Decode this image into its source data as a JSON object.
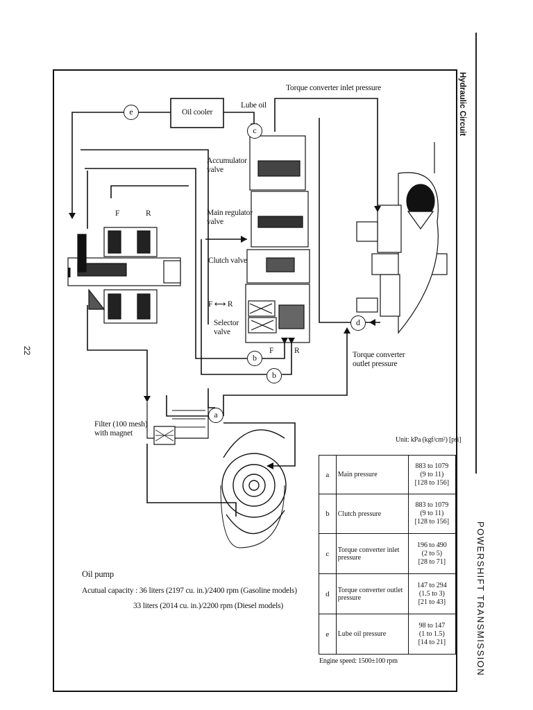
{
  "header": {
    "section_title": "Hydraulic Circuit",
    "chapter_title": "POWERSHIFT TRANSMISSION",
    "page_number": "22"
  },
  "labels": {
    "torque_converter_inlet": "Torque converter inlet pressure",
    "lube_oil": "Lube oil",
    "oil_cooler": "Oil cooler",
    "accumulator_valve": [
      "Accumulator",
      "valve"
    ],
    "main_regulator_valve": [
      "Main regulator",
      "valve"
    ],
    "clutch_valve": "Clutch valve",
    "selector_fr": "F ⟷ R",
    "selector_valve": [
      "Selector",
      "valve"
    ],
    "torque_converter_outlet": [
      "Torque converter",
      "outlet pressure"
    ],
    "filter": [
      "Filter (100 mesh)",
      "with magnet"
    ],
    "clutch_f": "F",
    "clutch_r": "R",
    "selector_out_f": "F",
    "selector_out_r": "R",
    "oil_pump": "Oil pump",
    "capacity_line1": "Acutual capacity : 36 liters (2197 cu. in.)/2400 rpm (Gasoline models)",
    "capacity_line2": "33 liters (2014 cu. in.)/2200 rpm (Diesel models)"
  },
  "points": {
    "a": "a",
    "b": "b",
    "c": "c",
    "d": "d",
    "e": "e"
  },
  "pressure_table": {
    "unit": "Unit: kPa (kgf/cm²) [psi]",
    "rows": [
      {
        "key": "a",
        "name": "Main pressure",
        "kpa": "883 to 1079",
        "kgf": "(9 to 11)",
        "psi": "[128 to 156]"
      },
      {
        "key": "b",
        "name": "Clutch pressure",
        "kpa": "883 to 1079",
        "kgf": "(9 to 11)",
        "psi": "[128 to 156]"
      },
      {
        "key": "c",
        "name": "Torque converter inlet pressure",
        "kpa": "196 to 490",
        "kgf": "(2 to 5)",
        "psi": "[28 to 71]"
      },
      {
        "key": "d",
        "name": "Torque converter outlet pressure",
        "kpa": "147 to 294",
        "kgf": "(1.5 to 3)",
        "psi": "[21 to 43]"
      },
      {
        "key": "e",
        "name": "Lube oil pressure",
        "kpa": "98 to 147",
        "kgf": "(1 to 1.5)",
        "psi": "[14 to 21]"
      }
    ],
    "footnote": "Engine speed: 1500±100 rpm"
  }
}
